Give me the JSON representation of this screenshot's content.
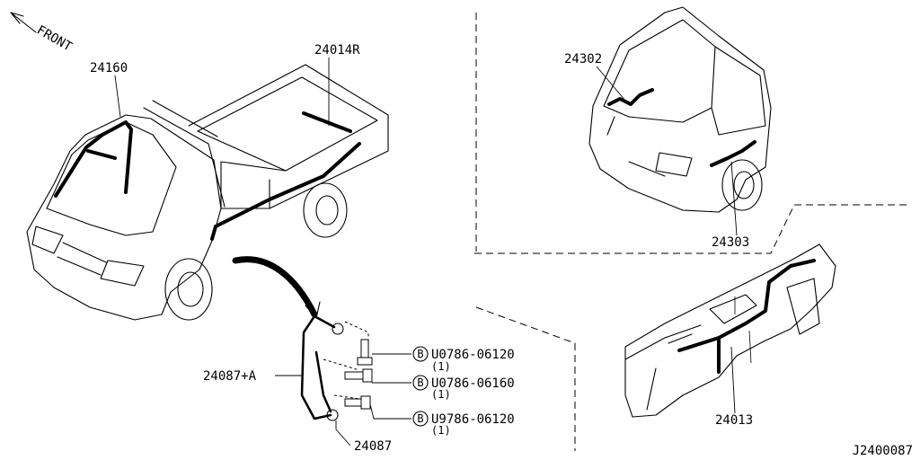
{
  "direction": {
    "front": "FRONT"
  },
  "parts": {
    "p24160": "24160",
    "p24014r": "24014R",
    "p24302": "24302",
    "p24303": "24303",
    "p24087a": "24087+A",
    "p24087": "24087",
    "p24013": "24013"
  },
  "bolts": [
    {
      "mark": "B",
      "code": "U0786-06120",
      "qty": "(1)"
    },
    {
      "mark": "B",
      "code": "U0786-06160",
      "qty": "(1)"
    },
    {
      "mark": "B",
      "code": "U9786-06120",
      "qty": "(1)"
    }
  ],
  "diagram_id": "J2400087"
}
